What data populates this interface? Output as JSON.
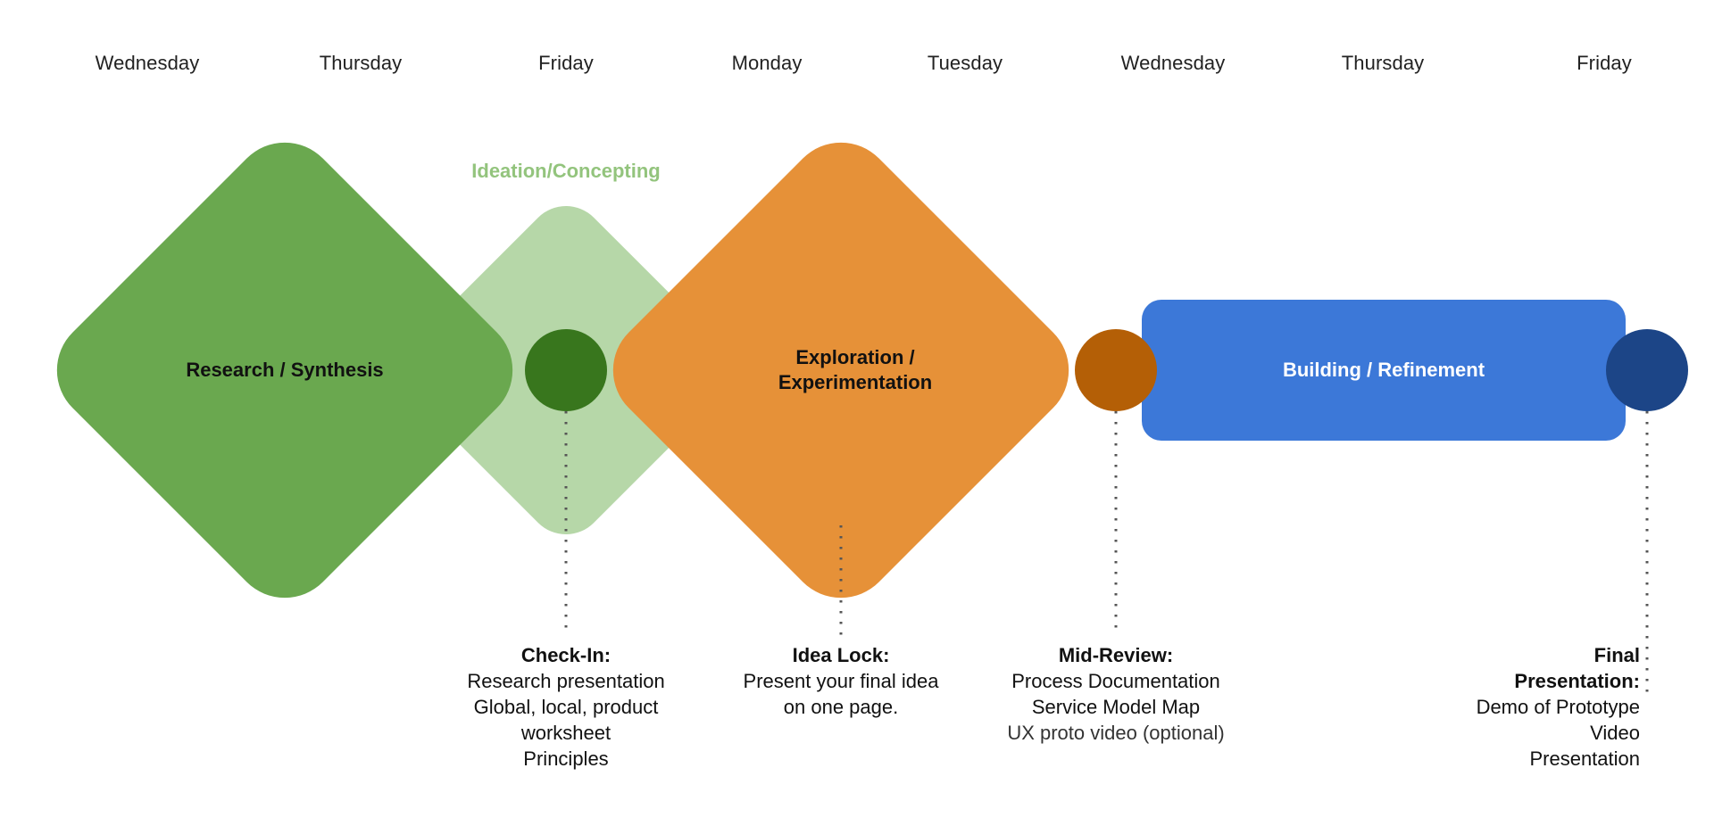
{
  "days": [
    "Wednesday",
    "Thursday",
    "Friday",
    "Monday",
    "Tuesday",
    "Wednesday",
    "Thursday",
    "Friday"
  ],
  "phases": {
    "research": {
      "label": "Research / Synthesis",
      "color": "#6aa84f"
    },
    "ideation": {
      "label": "Ideation/Concepting",
      "color": "#b6d7a8",
      "label_color": "#93c47d"
    },
    "exploration": {
      "label_line1": "Exploration /",
      "label_line2": "Experimentation",
      "color": "#e69138"
    },
    "building": {
      "label": "Building / Refinement",
      "color": "#3c78d8",
      "label_color": "#ffffff"
    }
  },
  "milestones": {
    "check_in": {
      "title": "Check-In:",
      "lines": [
        "Research presentation",
        "Global, local, product",
        "worksheet",
        "Principles"
      ],
      "color": "#38761d"
    },
    "idea_lock": {
      "title": "Idea Lock:",
      "lines": [
        "Present your final idea",
        "on one page."
      ]
    },
    "mid_review": {
      "title": "Mid-Review:",
      "lines": [
        "Process Documentation",
        "Service Model Map",
        "UX proto video (optional)"
      ],
      "color": "#b45f06"
    },
    "final_presentation": {
      "title": "Final Presentation:",
      "lines": [
        "Demo of Prototype",
        "Video",
        "Presentation"
      ],
      "color": "#1c4587"
    }
  }
}
